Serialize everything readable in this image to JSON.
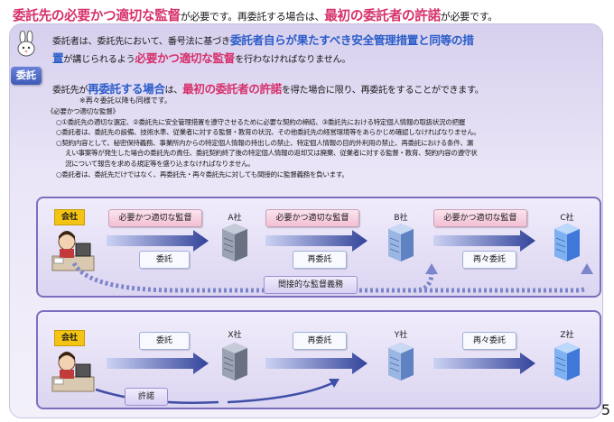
{
  "title": {
    "part1": "委託先の必要かつ適切な監督",
    "part2": "が必要です。再委託する場合は、",
    "part3": "最初の委託者の許諾",
    "part4": "が必要です。"
  },
  "tag_label": "委託",
  "para1": {
    "a": "委託者は、委託先において、番号法に基づき",
    "b": "委託者自らが果たすべき安全管理措置と同等の措",
    "c": "置",
    "d": "が講じられるよう",
    "e": "必要かつ適切な監督",
    "f": "を行わなければなりません。"
  },
  "para2": {
    "a": "委託先が",
    "b": "再委託する場合",
    "c": "は、",
    "d": "最初の委託者の許諾",
    "e": "を得た場合に限り、再委託をすることができます。",
    "note": "※再々委託以降も同様です。"
  },
  "notes": {
    "heading": "《必要かつ適切な監督》",
    "l1": "○①委託先の適切な選定、②委託先に安全管理措置を遵守させるために必要な契約の締結、③委託先における特定個人情報の取扱状況の把握",
    "l2": "○委託者は、委託先の設備、技術水準、従業者に対する監督・教育の状況、その他委託先の経営環境等をあらかじめ確認しなければなりません。",
    "l3": "○契約内容として、秘密保持義務、事業所内からの特定個人情報の持出しの禁止、特定個人情報の目的外利用の禁止、再委託における条件、漏",
    "l4": "えい事案等が発生した場合の委託先の責任、委託契約終了後の特定個人情報の返却又は廃棄、従業者に対する監督・教育、契約内容の遵守状",
    "l5": "況について報告を求める規定等を盛り込まなければなりません。",
    "l6": "○委託者は、委託先だけではなく、再委託先・再々委託先に対しても間接的に監督義務を負います。"
  },
  "diagram1": {
    "company": "会社",
    "supervise": "必要かつ適切な監督",
    "node_a": "A社",
    "node_b": "B社",
    "node_c": "C社",
    "itaku": "委託",
    "saiitaku": "再委託",
    "saisai": "再々委託",
    "indirect": "間接的な監督義務"
  },
  "diagram2": {
    "company": "会社",
    "node_x": "X社",
    "node_y": "Y社",
    "node_z": "Z社",
    "itaku": "委託",
    "saiitaku": "再委託",
    "saisai": "再々委託",
    "kyodaku": "許諾"
  },
  "page_number": "5",
  "colors": {
    "pink": "#d6306b",
    "blue": "#2a5cc8",
    "arrow": "#3f4fa8"
  }
}
